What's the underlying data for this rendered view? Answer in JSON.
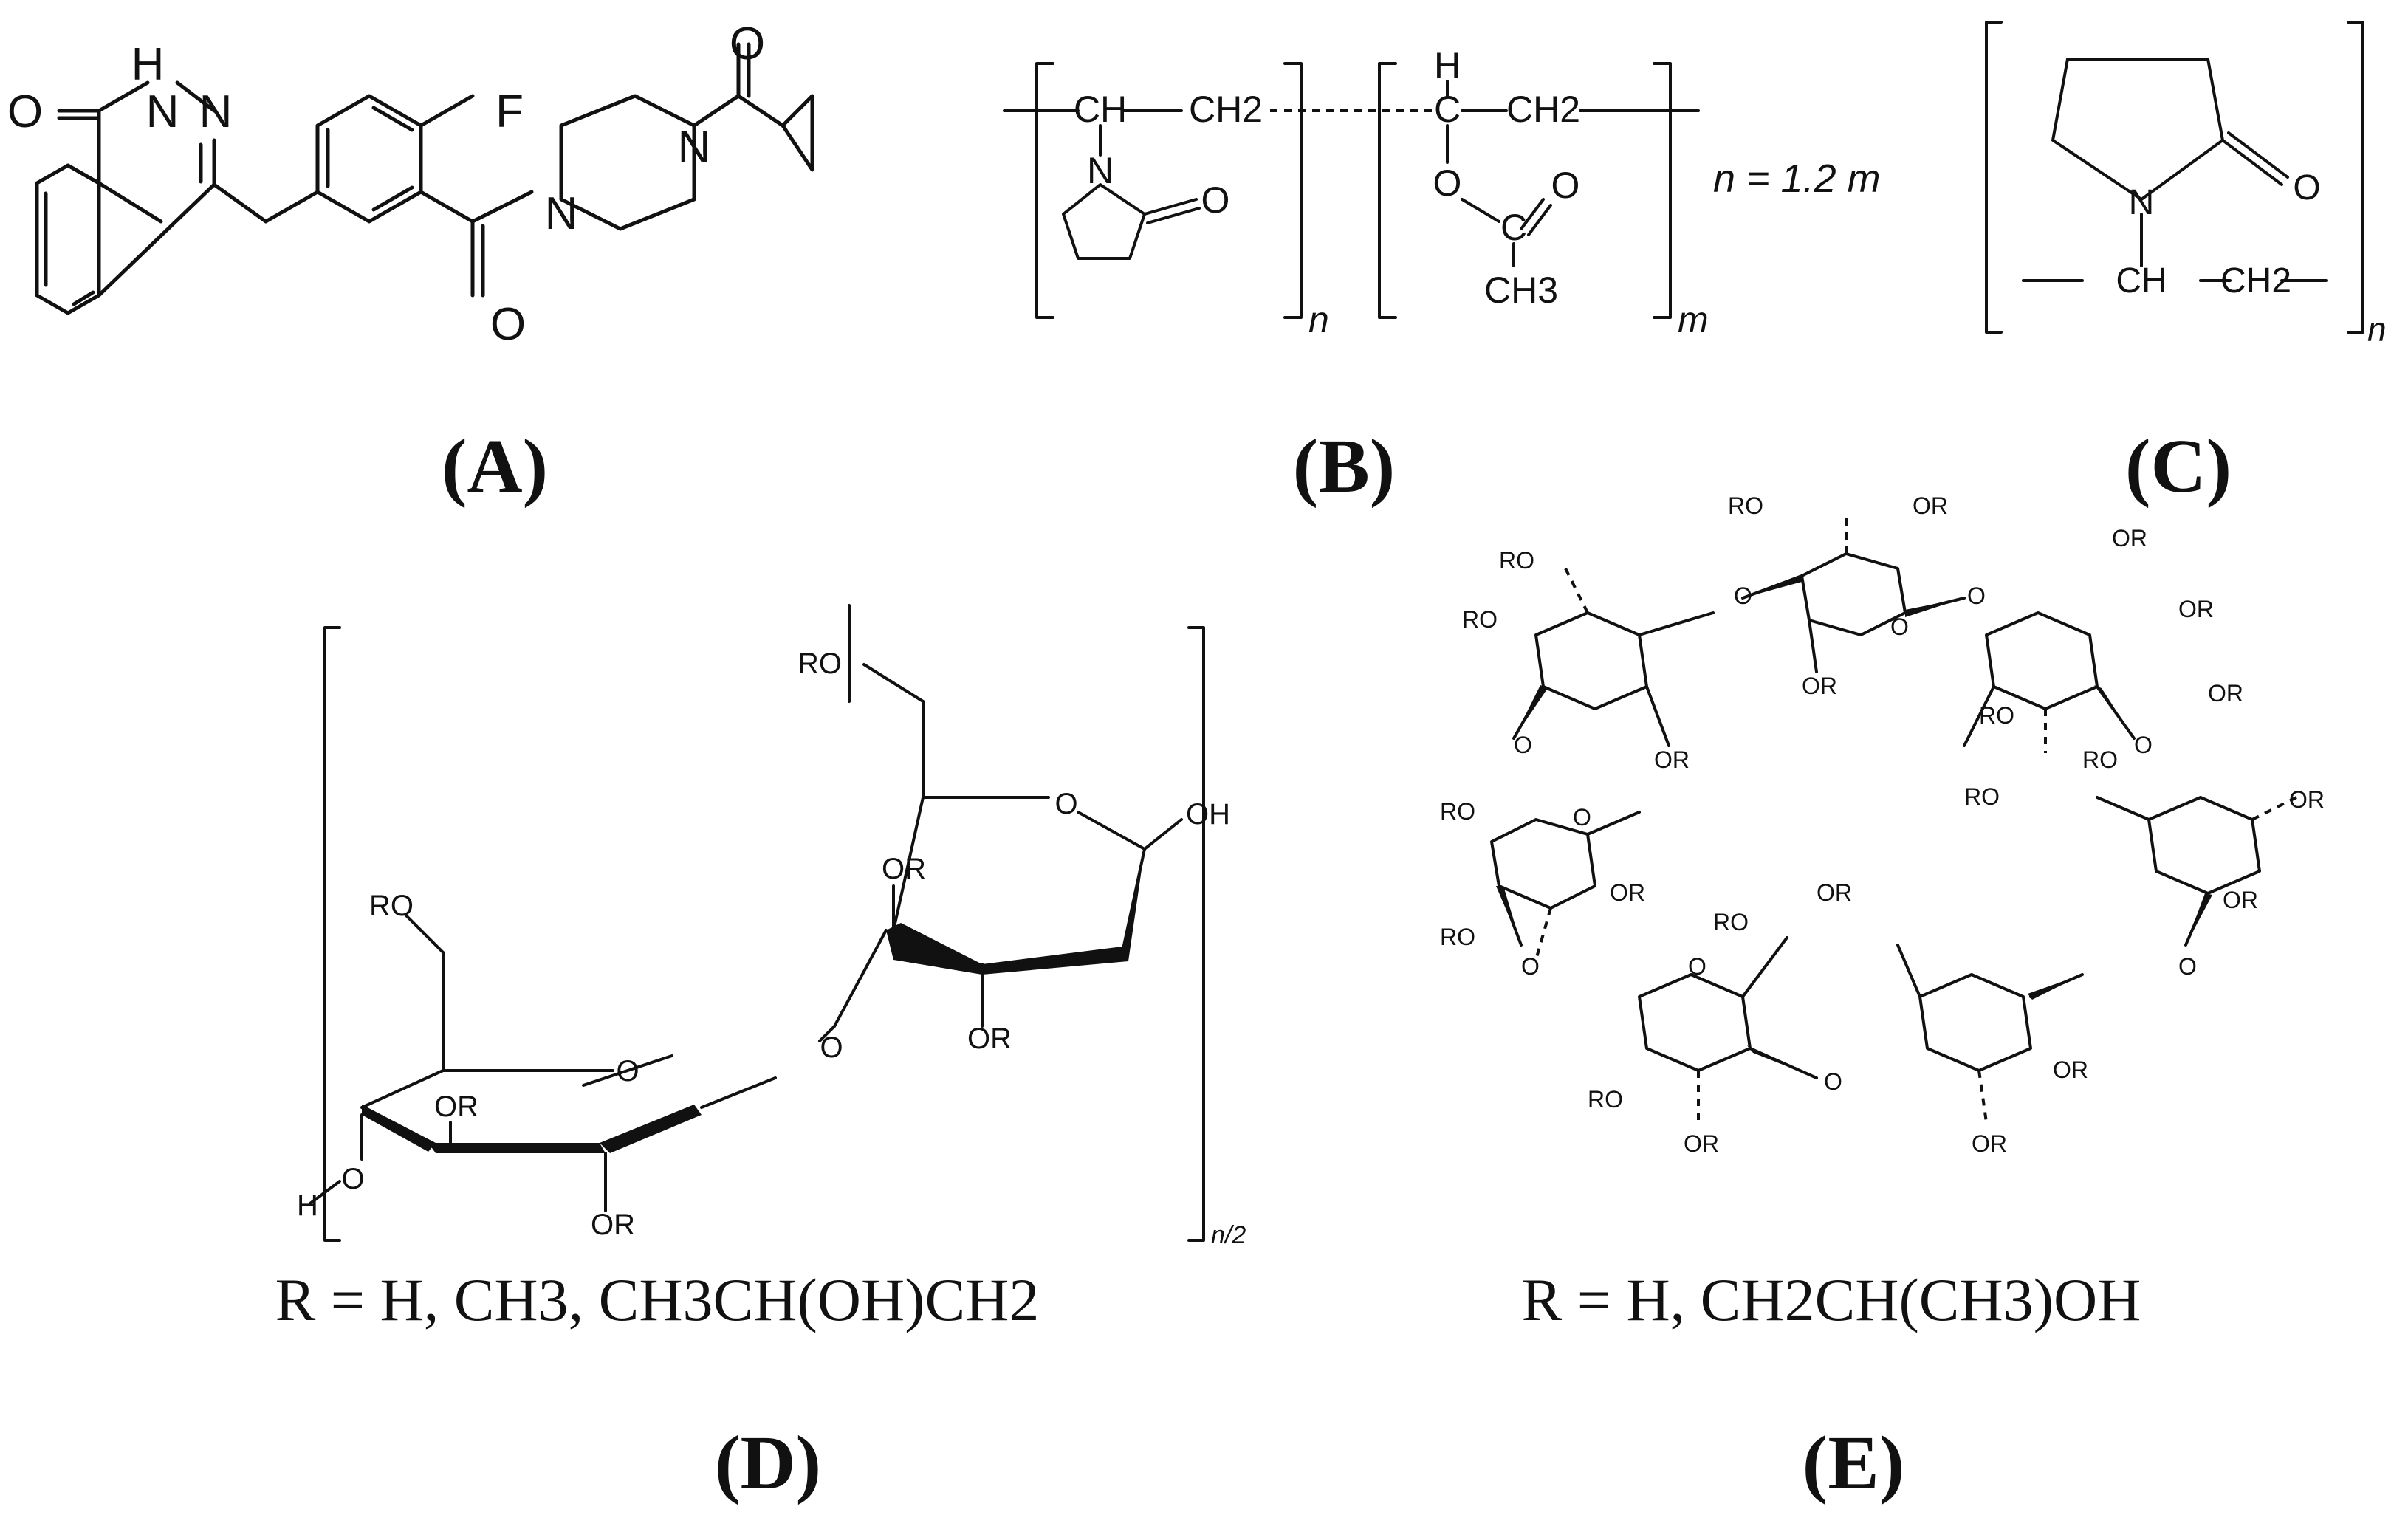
{
  "panels": [
    {
      "label": "(A)",
      "atoms": [
        "O",
        "H",
        "N",
        "N",
        "F",
        "N",
        "N",
        "O",
        "O"
      ]
    },
    {
      "label": "(B)",
      "atoms": [
        "CH",
        "CH2",
        "N",
        "O",
        "H",
        "C",
        "CH2",
        "O",
        "C",
        "O",
        "CH3"
      ],
      "subscripts": [
        "n",
        "m"
      ],
      "ratio": "n = 1.2 m"
    },
    {
      "label": "(C)",
      "atoms": [
        "N",
        "O",
        "CH",
        "CH2"
      ],
      "subscripts": [
        "n"
      ]
    },
    {
      "label": "(D)",
      "atoms": [
        "RO",
        "OH",
        "O",
        "OR",
        "O",
        "OR",
        "RO",
        "O",
        "OR",
        "O",
        "H",
        "OR"
      ],
      "subscripts": [
        "n/2"
      ],
      "r_definition": "R = H, CH3, CH3CH(OH)CH2"
    },
    {
      "label": "(E)",
      "atoms": [
        "RO",
        "OR",
        "OR",
        "RO",
        "RO",
        "OR",
        "O",
        "O",
        "O",
        "OR",
        "RO",
        "OR",
        "RO",
        "OR",
        "O",
        "O",
        "RO",
        "O",
        "OR",
        "RO",
        "OR",
        "RO",
        "OR",
        "O",
        "O",
        "RO",
        "RO",
        "OR",
        "OR",
        "O",
        "O",
        "RO",
        "OR",
        "RO",
        "OR",
        "RO",
        "OR"
      ],
      "r_definition": "R = H, CH2CH(CH3)OH"
    }
  ]
}
